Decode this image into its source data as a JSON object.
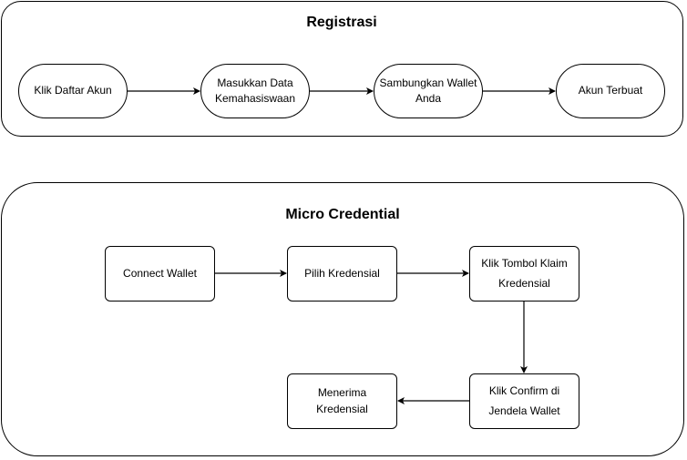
{
  "registration": {
    "title": "Registrasi",
    "steps": [
      "Klik Daftar Akun",
      "Masukkan Data\nKemahasiswaan",
      "Sambungkan Wallet\nAnda",
      "Akun Terbuat"
    ]
  },
  "micro_credential": {
    "title": "Micro Credential",
    "steps": [
      "Connect Wallet",
      "Pilih Kredensial",
      "Klik Tombol Klaim\nKredensial",
      "Klik Confirm di\nJendela Wallet",
      "Menerima Kredensial"
    ]
  },
  "colors": {
    "stroke": "#000000",
    "fill": "#ffffff"
  }
}
